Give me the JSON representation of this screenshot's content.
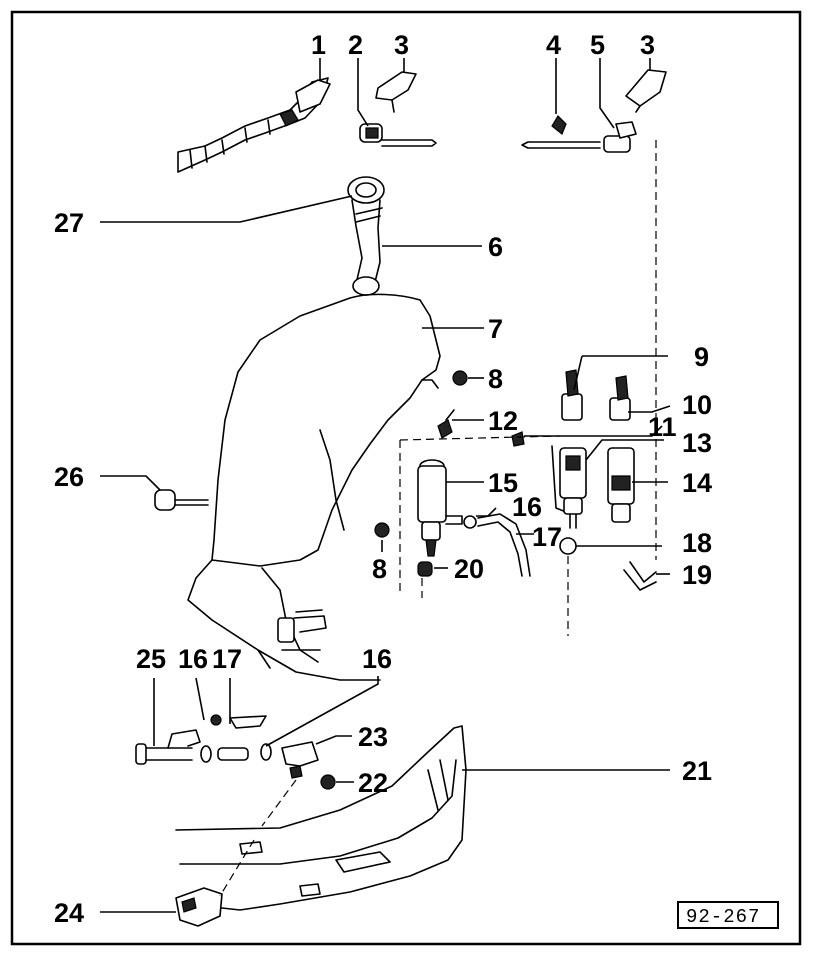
{
  "figure_number": "92-267",
  "callouts": [
    {
      "id": "c1",
      "label": "1"
    },
    {
      "id": "c2",
      "label": "2"
    },
    {
      "id": "c3a",
      "label": "3"
    },
    {
      "id": "c4",
      "label": "4"
    },
    {
      "id": "c5",
      "label": "5"
    },
    {
      "id": "c3b",
      "label": "3"
    },
    {
      "id": "c27",
      "label": "27"
    },
    {
      "id": "c6",
      "label": "6"
    },
    {
      "id": "c7",
      "label": "7"
    },
    {
      "id": "c8a",
      "label": "8"
    },
    {
      "id": "c9",
      "label": "9"
    },
    {
      "id": "c10",
      "label": "10"
    },
    {
      "id": "c12",
      "label": "12"
    },
    {
      "id": "c11",
      "label": "11"
    },
    {
      "id": "c13",
      "label": "13"
    },
    {
      "id": "c26",
      "label": "26"
    },
    {
      "id": "c15",
      "label": "15"
    },
    {
      "id": "c14",
      "label": "14"
    },
    {
      "id": "c16a",
      "label": "16"
    },
    {
      "id": "c17a",
      "label": "17"
    },
    {
      "id": "c18",
      "label": "18"
    },
    {
      "id": "c8b",
      "label": "8"
    },
    {
      "id": "c20",
      "label": "20"
    },
    {
      "id": "c19",
      "label": "19"
    },
    {
      "id": "c25",
      "label": "25"
    },
    {
      "id": "c16b",
      "label": "16"
    },
    {
      "id": "c17b",
      "label": "17"
    },
    {
      "id": "c16c",
      "label": "16"
    },
    {
      "id": "c23",
      "label": "23"
    },
    {
      "id": "c21",
      "label": "21"
    },
    {
      "id": "c22",
      "label": "22"
    },
    {
      "id": "c24",
      "label": "24"
    }
  ]
}
